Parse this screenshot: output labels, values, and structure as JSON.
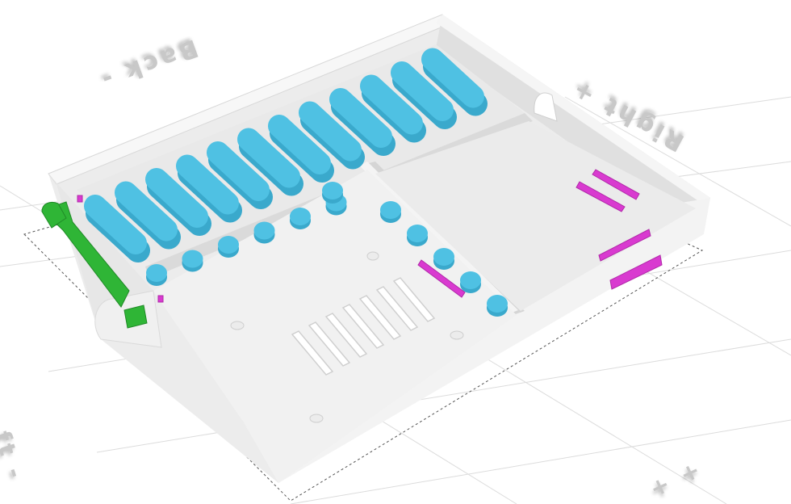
{
  "viewport": {
    "axis_labels": {
      "back": "Back -",
      "right": "Right +",
      "left_partial": "ft -",
      "front_partial": "+ +"
    }
  },
  "colors": {
    "background": "#ffffff",
    "grid": "#dcdcdc",
    "body_top": "#efefef",
    "body_side": "#e2e2e2",
    "body_dark": "#d2d2d2",
    "cyan": "#4fc1e3",
    "cyan_dark": "#3aa9cc",
    "magenta": "#d93ad0",
    "green": "#2fb536"
  },
  "model": {
    "slot_count": 12,
    "peg_count_front": 6,
    "peg_count_divider": 5,
    "vent_count": 7,
    "magenta_tabs": 5,
    "green_handles": 2
  }
}
